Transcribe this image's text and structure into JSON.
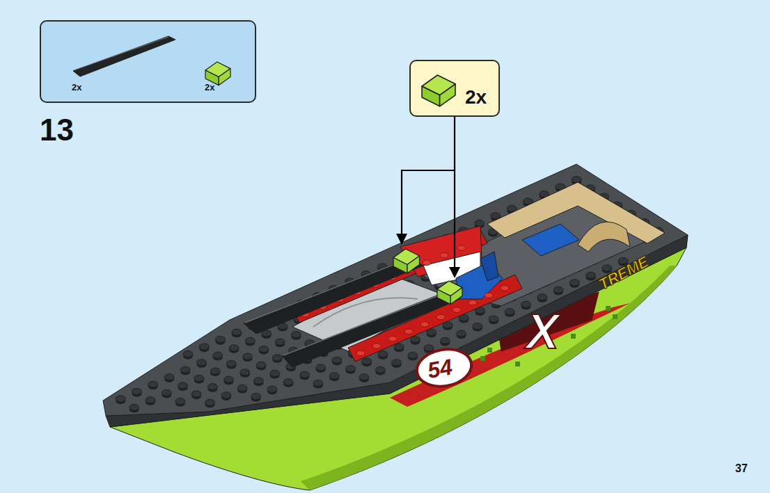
{
  "diagram": {
    "nodes": [
      {
        "text": [
          "2x",
          "2x"
        ]
      },
      {
        "text": [
          "2x"
        ]
      },
      {
        "text": [
          "54"
        ]
      }
    ],
    "labels": [
      "13",
      "X",
      "TREME",
      "37"
    ]
  }
}
